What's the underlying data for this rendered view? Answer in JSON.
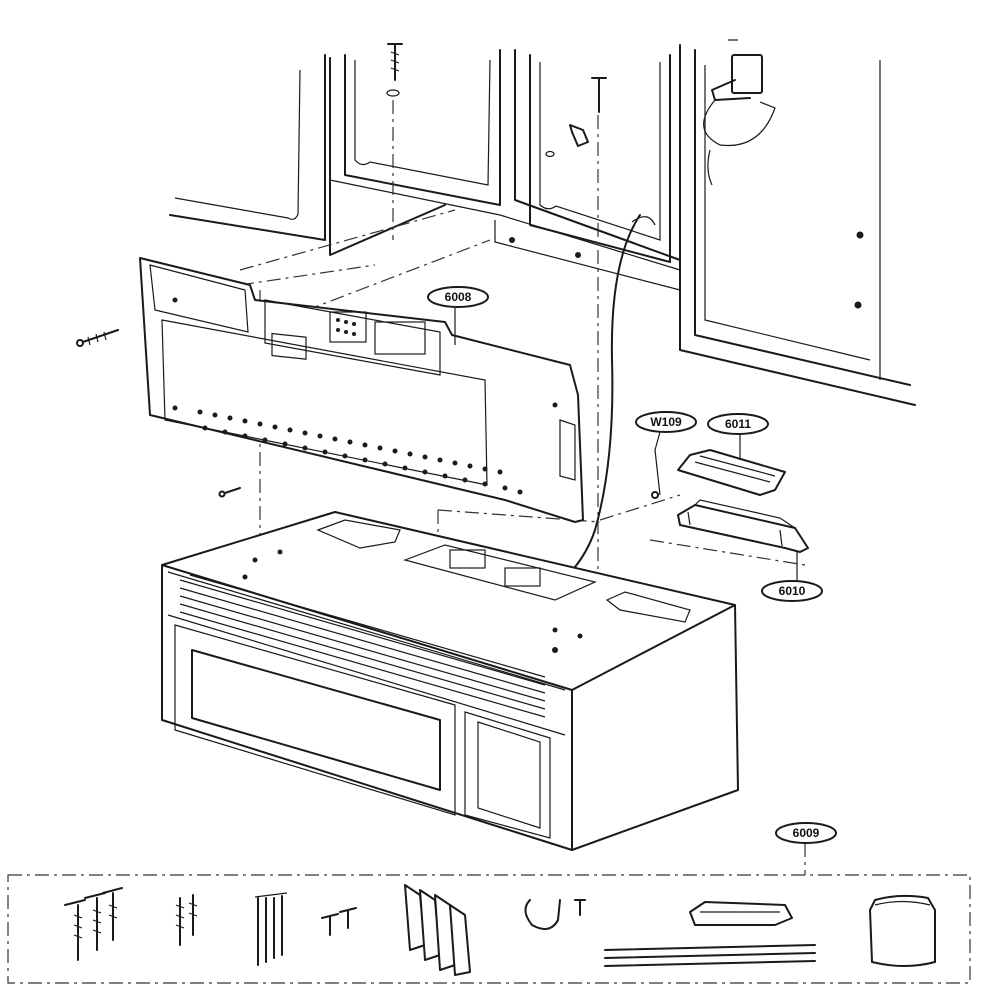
{
  "callouts": {
    "c6008": "6008",
    "cW109": "W109",
    "c6011": "6011",
    "c6010": "6010",
    "c6009": "6009"
  }
}
